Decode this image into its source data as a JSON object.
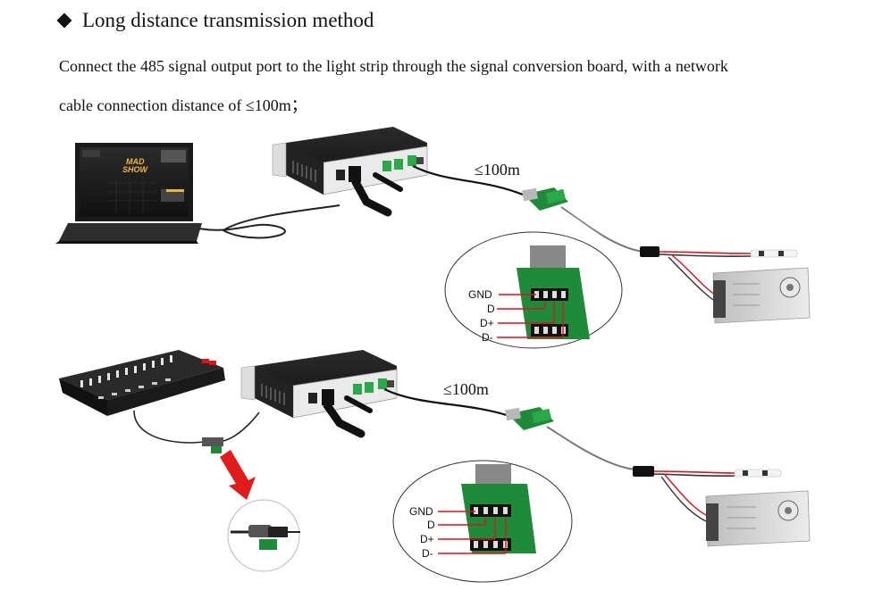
{
  "heading": {
    "text": "Long distance transmission method"
  },
  "paragraph": {
    "line1": "Connect the 485 signal output port to the light strip through the signal conversion board, with a network",
    "line2": "cable connection distance of  ≤100m；"
  },
  "setups": [
    {
      "distance": "≤100m",
      "laptop_brand_line1": "MAD",
      "laptop_brand_line2": "SHOW",
      "pins": [
        "GND",
        "D",
        "D+",
        "D-"
      ]
    },
    {
      "distance": "≤100m",
      "pins": [
        "GND",
        "D",
        "D+",
        "D-"
      ]
    }
  ],
  "colors": {
    "wire_red": "#d8141e",
    "board_green": "#1f8a3a",
    "arrow_red": "#e01b1b",
    "controller_black": "#1c1c1c",
    "psu_silver": "#d9d9d9"
  }
}
